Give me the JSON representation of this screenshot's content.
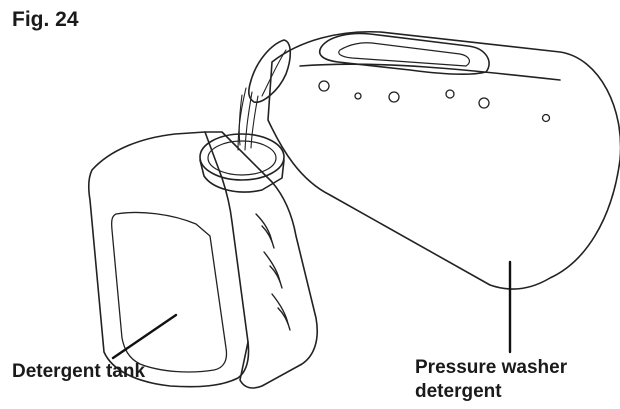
{
  "figure": {
    "title": "Fig. 24"
  },
  "labels": {
    "tank": "Detergent tank",
    "detergent_line1": "Pressure washer",
    "detergent_line2": "detergent"
  }
}
